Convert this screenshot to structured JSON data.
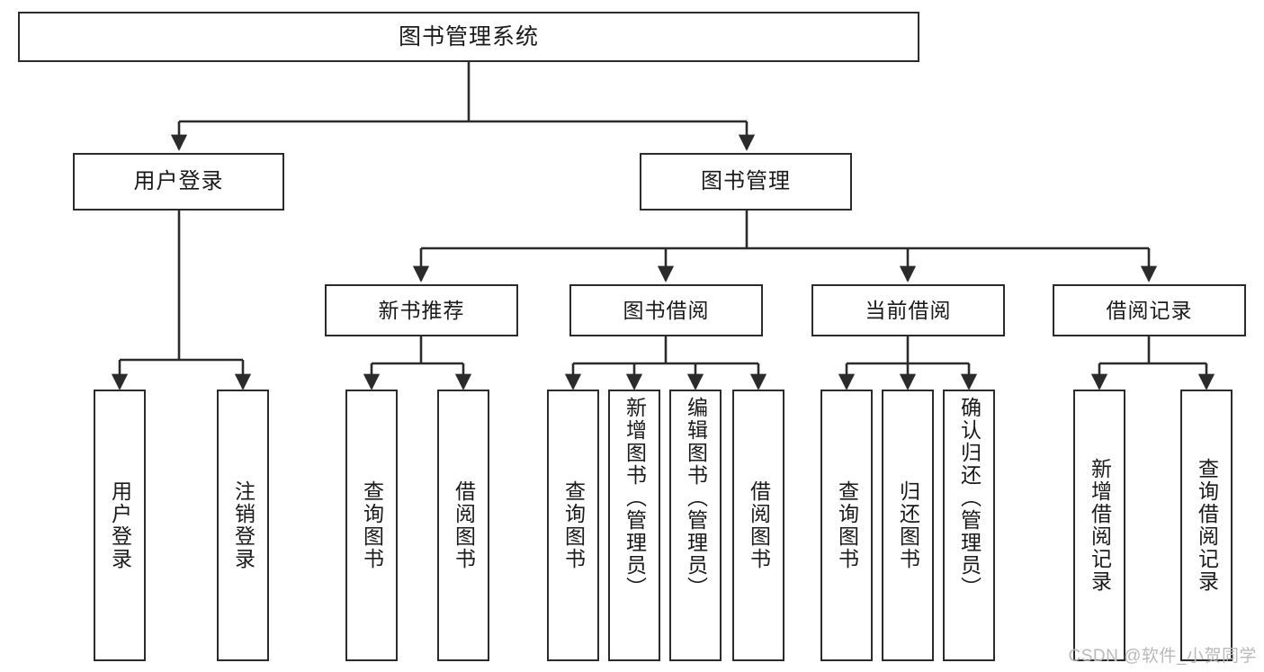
{
  "diagram": {
    "title": "图书管理系统",
    "type": "tree",
    "stroke_color": "#2b2b2b",
    "fill_color": "#ffffff",
    "text_color": "#1a1a1a",
    "background": "#ffffff"
  },
  "root": {
    "label": "图书管理系统"
  },
  "level2": [
    {
      "label": "用户登录"
    },
    {
      "label": "图书管理"
    }
  ],
  "level3": [
    {
      "label": "新书推荐"
    },
    {
      "label": "图书借阅"
    },
    {
      "label": "当前借阅"
    },
    {
      "label": "借阅记录"
    }
  ],
  "leaves": [
    {
      "label": "用户登录",
      "parent": "用户登录"
    },
    {
      "label": "注销登录",
      "parent": "用户登录"
    },
    {
      "label": "查询图书",
      "parent": "新书推荐"
    },
    {
      "label": "借阅图书",
      "parent": "新书推荐"
    },
    {
      "label": "查询图书",
      "parent": "图书借阅"
    },
    {
      "label": "新增图书（管理员）",
      "parent": "图书借阅"
    },
    {
      "label": "编辑图书（管理员）",
      "parent": "图书借阅"
    },
    {
      "label": "借阅图书",
      "parent": "图书借阅"
    },
    {
      "label": "查询图书",
      "parent": "当前借阅"
    },
    {
      "label": "归还图书",
      "parent": "当前借阅"
    },
    {
      "label": "确认归还（管理员）",
      "parent": "当前借阅"
    },
    {
      "label": "新增借阅记录",
      "parent": "借阅记录"
    },
    {
      "label": "查询借阅记录",
      "parent": "借阅记录"
    }
  ],
  "watermark": {
    "text": "CSDN @软件_小贺同学"
  }
}
